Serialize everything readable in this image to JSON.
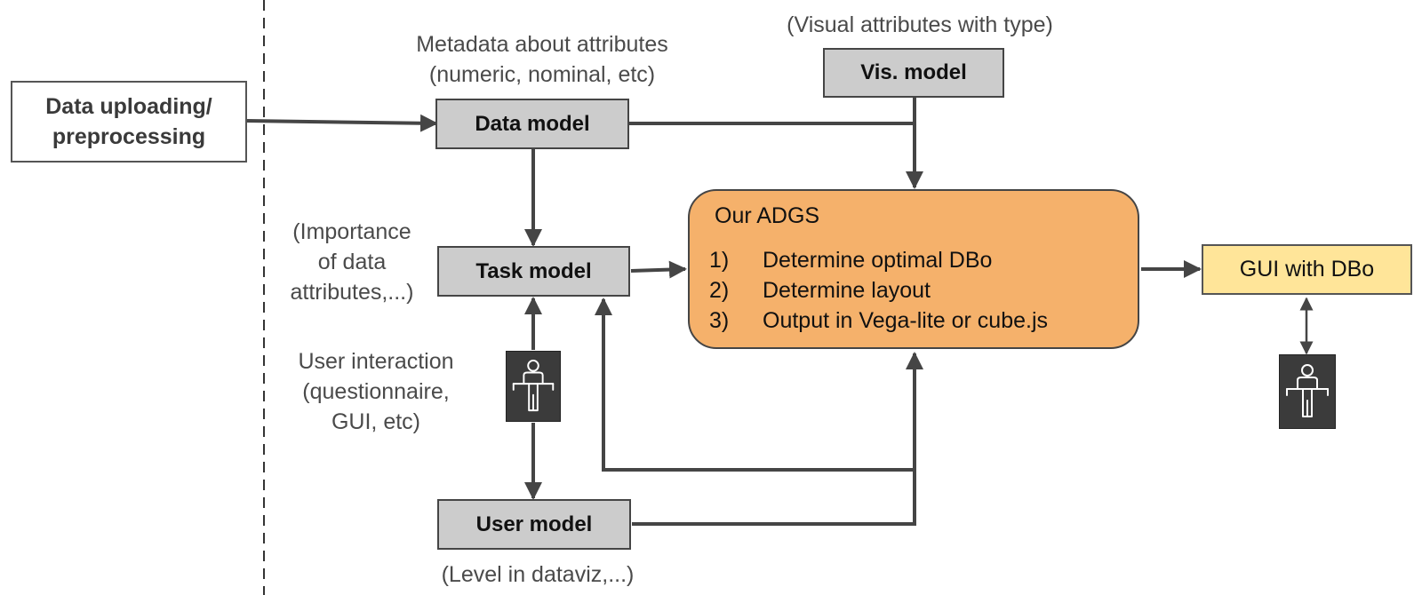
{
  "boxes": {
    "data_uploading": "Data uploading/\npreprocessing",
    "data_model": "Data model",
    "vis_model": "Vis. model",
    "task_model": "Task model",
    "user_model": "User model",
    "gui_with_dbo": "GUI with DBo"
  },
  "adgs": {
    "title": "Our ADGS",
    "steps": [
      {
        "num": "1)",
        "text": "Determine optimal DBo"
      },
      {
        "num": "2)",
        "text": "Determine layout"
      },
      {
        "num": "3)",
        "text": "Output in Vega-lite or cube.js"
      }
    ]
  },
  "notes": {
    "metadata": "Metadata about attributes\n(numeric, nominal, etc)",
    "visual_attributes": "(Visual attributes with type)",
    "importance": "(Importance\nof data\nattributes,...)",
    "user_interaction": "User interaction\n(questionnaire,\nGUI, etc)",
    "level": "(Level in dataviz,...)"
  },
  "icons": {
    "user_left": "person-icon",
    "user_right": "person-icon"
  },
  "colors": {
    "model_box": "#cccccc",
    "adgs_box": "#f5b16b",
    "gui_box": "#ffe599",
    "stroke": "#454545",
    "person_bg": "#3b3b3b"
  }
}
